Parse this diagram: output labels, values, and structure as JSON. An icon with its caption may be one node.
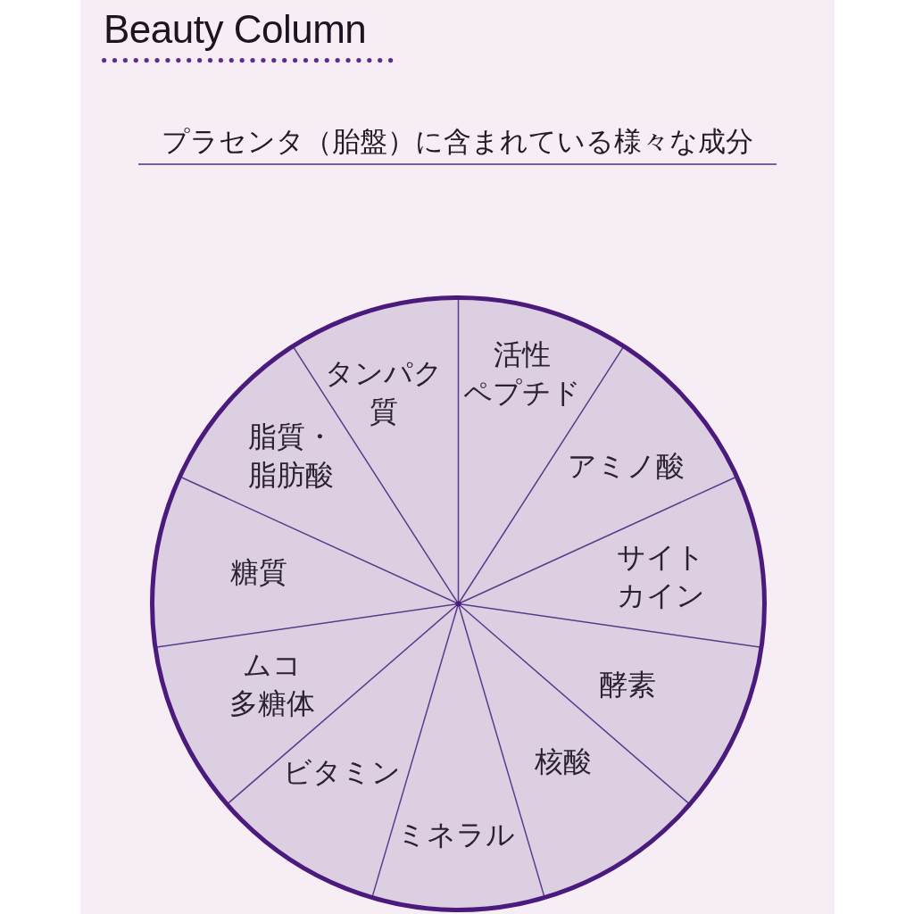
{
  "diagram": {
    "title": "プラセンタ（胎盤）に含まれている様々な成分",
    "nodes": [
      {
        "text": [
          "タンパク質"
        ]
      },
      {
        "text": [
          "活性ペプチド"
        ]
      },
      {
        "text": [
          "アミノ酸"
        ]
      },
      {
        "text": [
          "サイトカイン"
        ]
      },
      {
        "text": [
          "酵素"
        ]
      },
      {
        "text": [
          "核酸"
        ]
      },
      {
        "text": [
          "ミネラル"
        ]
      },
      {
        "text": [
          "ビタミン"
        ]
      },
      {
        "text": [
          "ムコ多糖体"
        ]
      },
      {
        "text": [
          "糖質"
        ]
      },
      {
        "text": [
          "脂質・脂肪酸"
        ]
      }
    ],
    "labels": [
      "Beauty Column"
    ]
  }
}
